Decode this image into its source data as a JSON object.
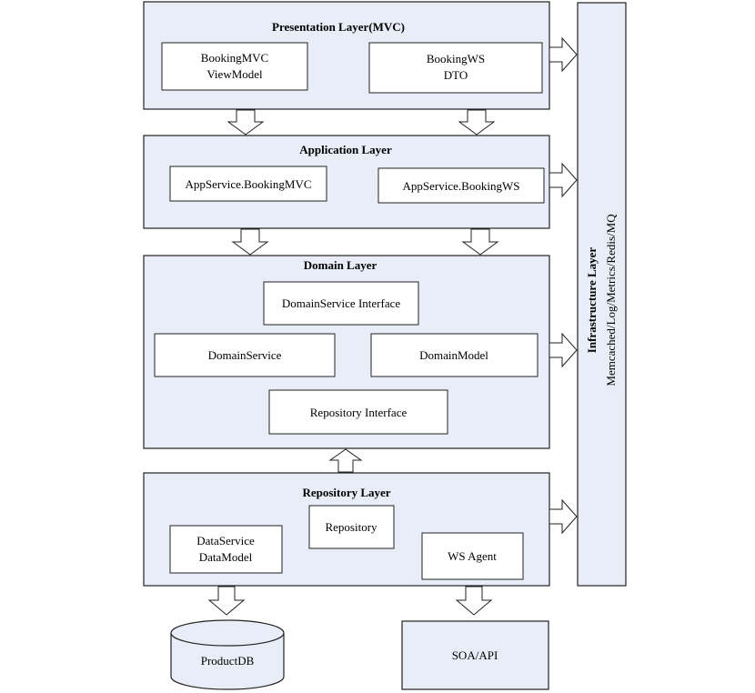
{
  "colors": {
    "layer_fill": "#e8edf7",
    "box_fill": "#ffffff",
    "stroke": "#222222",
    "arrow_fill": "#ffffff",
    "text": "#111111"
  },
  "presentation_layer": {
    "title": "Presentation Layer(MVC)",
    "boxes": [
      [
        "BookingMVC",
        "ViewModel"
      ],
      [
        "BookingWS",
        "DTO"
      ]
    ]
  },
  "application_layer": {
    "title": "Application Layer",
    "boxes": [
      [
        "AppService.BookingMVC"
      ],
      [
        "AppService.BookingWS"
      ]
    ]
  },
  "domain_layer": {
    "title": "Domain Layer",
    "boxes": [
      [
        "DomainService Interface"
      ],
      [
        "DomainService"
      ],
      [
        "DomainModel"
      ],
      [
        "Repository Interface"
      ]
    ]
  },
  "repository_layer": {
    "title": "Repository Layer",
    "boxes": [
      [
        "Repository"
      ],
      [
        "DataService",
        "DataModel"
      ],
      [
        "WS Agent"
      ]
    ]
  },
  "infrastructure_layer": {
    "title": "Infrastructure Layer",
    "subtitle": "Memcached/Log/Metrics/Redis/MQ"
  },
  "external": {
    "database": "ProductDB",
    "api": "SOA/API"
  }
}
